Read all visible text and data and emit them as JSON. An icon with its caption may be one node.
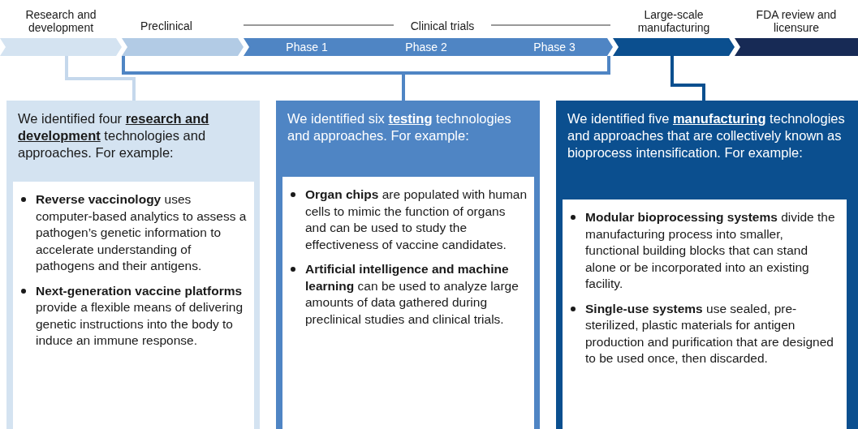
{
  "diagram": {
    "nodes": [
      {
        "text": [
          "Research and development"
        ]
      },
      {
        "text": [
          "Preclinical"
        ]
      },
      {
        "text": [
          "Clinical trials",
          "Phase 1",
          "Phase 2",
          "Phase 3"
        ]
      },
      {
        "text": [
          "Large-scale manufacturing"
        ]
      },
      {
        "text": [
          "FDA review and licensure"
        ]
      },
      {
        "text": [
          "We identified four **research and development** technologies and approaches. For example:"
        ]
      },
      {
        "text": [
          "**Reverse vaccinology** uses computer-based analytics to assess a pathogen’s genetic information to accelerate understanding of pathogens and their antigens.",
          "**Next-generation vaccine platforms** provide a flexible means of delivering genetic instructions into the body to induce an immune response."
        ],
        "in": 5
      },
      {
        "text": [
          "We identified six **testing** technologies and approaches. For example:"
        ]
      },
      {
        "text": [
          "**Organ chips** are populated with human cells to mimic the function of organs and can be used to study the effectiveness of vaccine candidates.",
          "**Artificial intelligence and machine learning** can be used to analyze large amounts of data gathered during preclinical studies and clinical trials."
        ],
        "in": 7
      },
      {
        "text": [
          "We identified five **manufacturing** technologies and approaches that are collectively known as bioprocess intensification. For example:"
        ]
      },
      {
        "text": [
          "**Modular bioprocessing systems** divide the manufacturing process into smaller, functional building blocks that can stand alone or be incorporated into an existing facility.",
          "**Single-use systems** use sealed, pre-sterilized, plastic materials for antigen production and purification that are designed to be used once, then discarded."
        ],
        "in": 9
      }
    ],
    "edges": [
      {
        "from": 0,
        "to": 5,
        "arrow": "none",
        "color": "#c5d8ec"
      },
      {
        "from": 1,
        "to": 7,
        "arrow": "none"
      },
      {
        "from": 2,
        "to": 7,
        "arrow": "none"
      },
      {
        "from": 3,
        "to": 9,
        "arrow": "none",
        "color": "#0b4f8f"
      }
    ]
  }
}
